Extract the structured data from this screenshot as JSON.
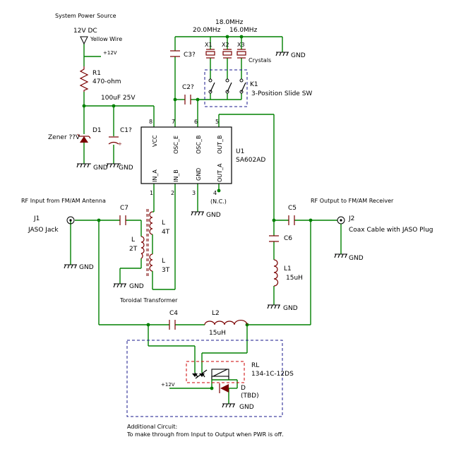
{
  "title": "",
  "power": {
    "source_label": "System Power Source",
    "voltage": "12V DC",
    "wire_note": "Yellow Wire",
    "rail": "+12V"
  },
  "resistor_r1": {
    "ref": "R1",
    "value": "470-ohm"
  },
  "cap_bulk": {
    "value": "100uF 25V"
  },
  "diode_d1": {
    "ref": "D1",
    "value": "Zener ??V"
  },
  "cap_c1": {
    "ref": "C1?"
  },
  "gnd_label": "GND",
  "cap_c2": {
    "ref": "C2?"
  },
  "cap_c3": {
    "ref": "C3?"
  },
  "crystals": {
    "freq_x2": "18.0MHz",
    "freq_x1": "20.0MHz",
    "freq_x3": "16.0MHz",
    "x1": "X1",
    "x2": "X2",
    "x3": "X3",
    "label": "Crystals"
  },
  "switch_k1": {
    "ref": "K1",
    "value": "3-Position Slide SW"
  },
  "ic_u1": {
    "ref": "U1",
    "part": "SA602AD",
    "pins": {
      "vcc": "VCC",
      "osc_e": "OSC_E",
      "osc_b": "OSC_B",
      "out_b": "OUT_B",
      "in_a": "IN_A",
      "in_b": "IN_B",
      "gnd": "GND",
      "out_a": "OUT_A",
      "p8": "8",
      "p7": "7",
      "p6": "6",
      "p5": "5",
      "p1": "1",
      "p2": "2",
      "p3": "3",
      "p4": "4"
    },
    "nc": "(N.C.)"
  },
  "input": {
    "label": "RF Input from FM/AM Antenna",
    "ref": "J1",
    "desc": "JASO Jack"
  },
  "output": {
    "label": "RF Output to FM/AM Receiver",
    "ref": "J2",
    "desc": "Coax Cable with JASO Plug"
  },
  "cap_c7": {
    "ref": "C7"
  },
  "cap_c5": {
    "ref": "C5"
  },
  "cap_c6": {
    "ref": "C6"
  },
  "cap_c4": {
    "ref": "C4"
  },
  "transformer": {
    "l_primary": "L",
    "primary_turns": "2T",
    "l_sec1": "L",
    "sec1_turns": "4T",
    "l_sec2": "L",
    "sec2_turns": "3T",
    "label": "Toroidal Transformer"
  },
  "inductor_l1": {
    "ref": "L1",
    "value": "15uH"
  },
  "inductor_l2": {
    "ref": "L2",
    "value": "15uH"
  },
  "relay": {
    "ref": "RL",
    "part": "134-1C-12DS"
  },
  "diode_d": {
    "ref": "D",
    "value": "(TBD)"
  },
  "additional": {
    "line1": "Additional Circuit:",
    "line2": "To make through from Input to Output when PWR is off."
  }
}
